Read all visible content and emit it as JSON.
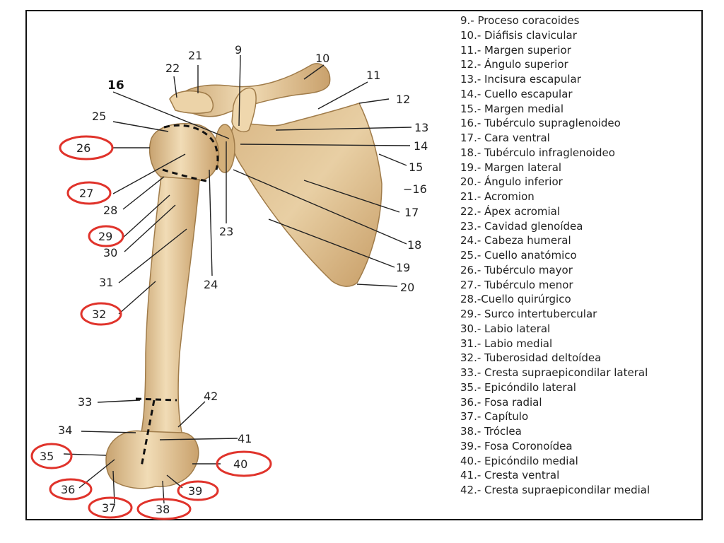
{
  "markers": [
    "9",
    "10",
    "11",
    "12",
    "13",
    "14",
    "15",
    "16",
    "16",
    "17",
    "18",
    "19",
    "20",
    "21",
    "22",
    "23",
    "24",
    "25",
    "26",
    "27",
    "28",
    "29",
    "30",
    "31",
    "32",
    "33",
    "34",
    "35",
    "36",
    "37",
    "38",
    "39",
    "40",
    "41",
    "42"
  ],
  "legend": [
    "9.- Proceso coracoides",
    "10.- Diáfisis clavicular",
    "11.- Margen superior",
    "12.- Ángulo superior",
    "13.- Incisura escapular",
    "14.- Cuello escapular",
    "15.- Margen medial",
    "16.- Tubérculo supraglenoideo",
    "17.- Cara ventral",
    "18.- Tubérculo infraglenoideo",
    "19.- Margen lateral",
    "20.- Ángulo inferior",
    "21.- Acromion",
    "22.- Ápex acromial",
    "23.- Cavidad glenoídea",
    "24.- Cabeza humeral",
    "25.- Cuello anatómico",
    "26.- Tubérculo mayor",
    "27.- Tubérculo menor",
    "28.-Cuello quirúrgico",
    "29.- Surco intertubercular",
    "30.- Labio lateral",
    "31.- Labio medial",
    "32.- Tuberosidad deltoídea",
    "33.- Cresta supraepicondilar lateral",
    "35.- Epicóndilo lateral",
    "36.- Fosa radial",
    "37.- Capítulo",
    "38.- Tróclea",
    "39.- Fosa Coronoídea",
    "40.- Epicóndilo medial",
    "41.- Cresta ventral",
    "42.- Cresta supraepicondilar medial"
  ],
  "colors": {
    "bone": "#e8cfa2",
    "bone_shadow": "#c9a672",
    "highlight_circle": "#e0332b",
    "text": "#222222"
  }
}
